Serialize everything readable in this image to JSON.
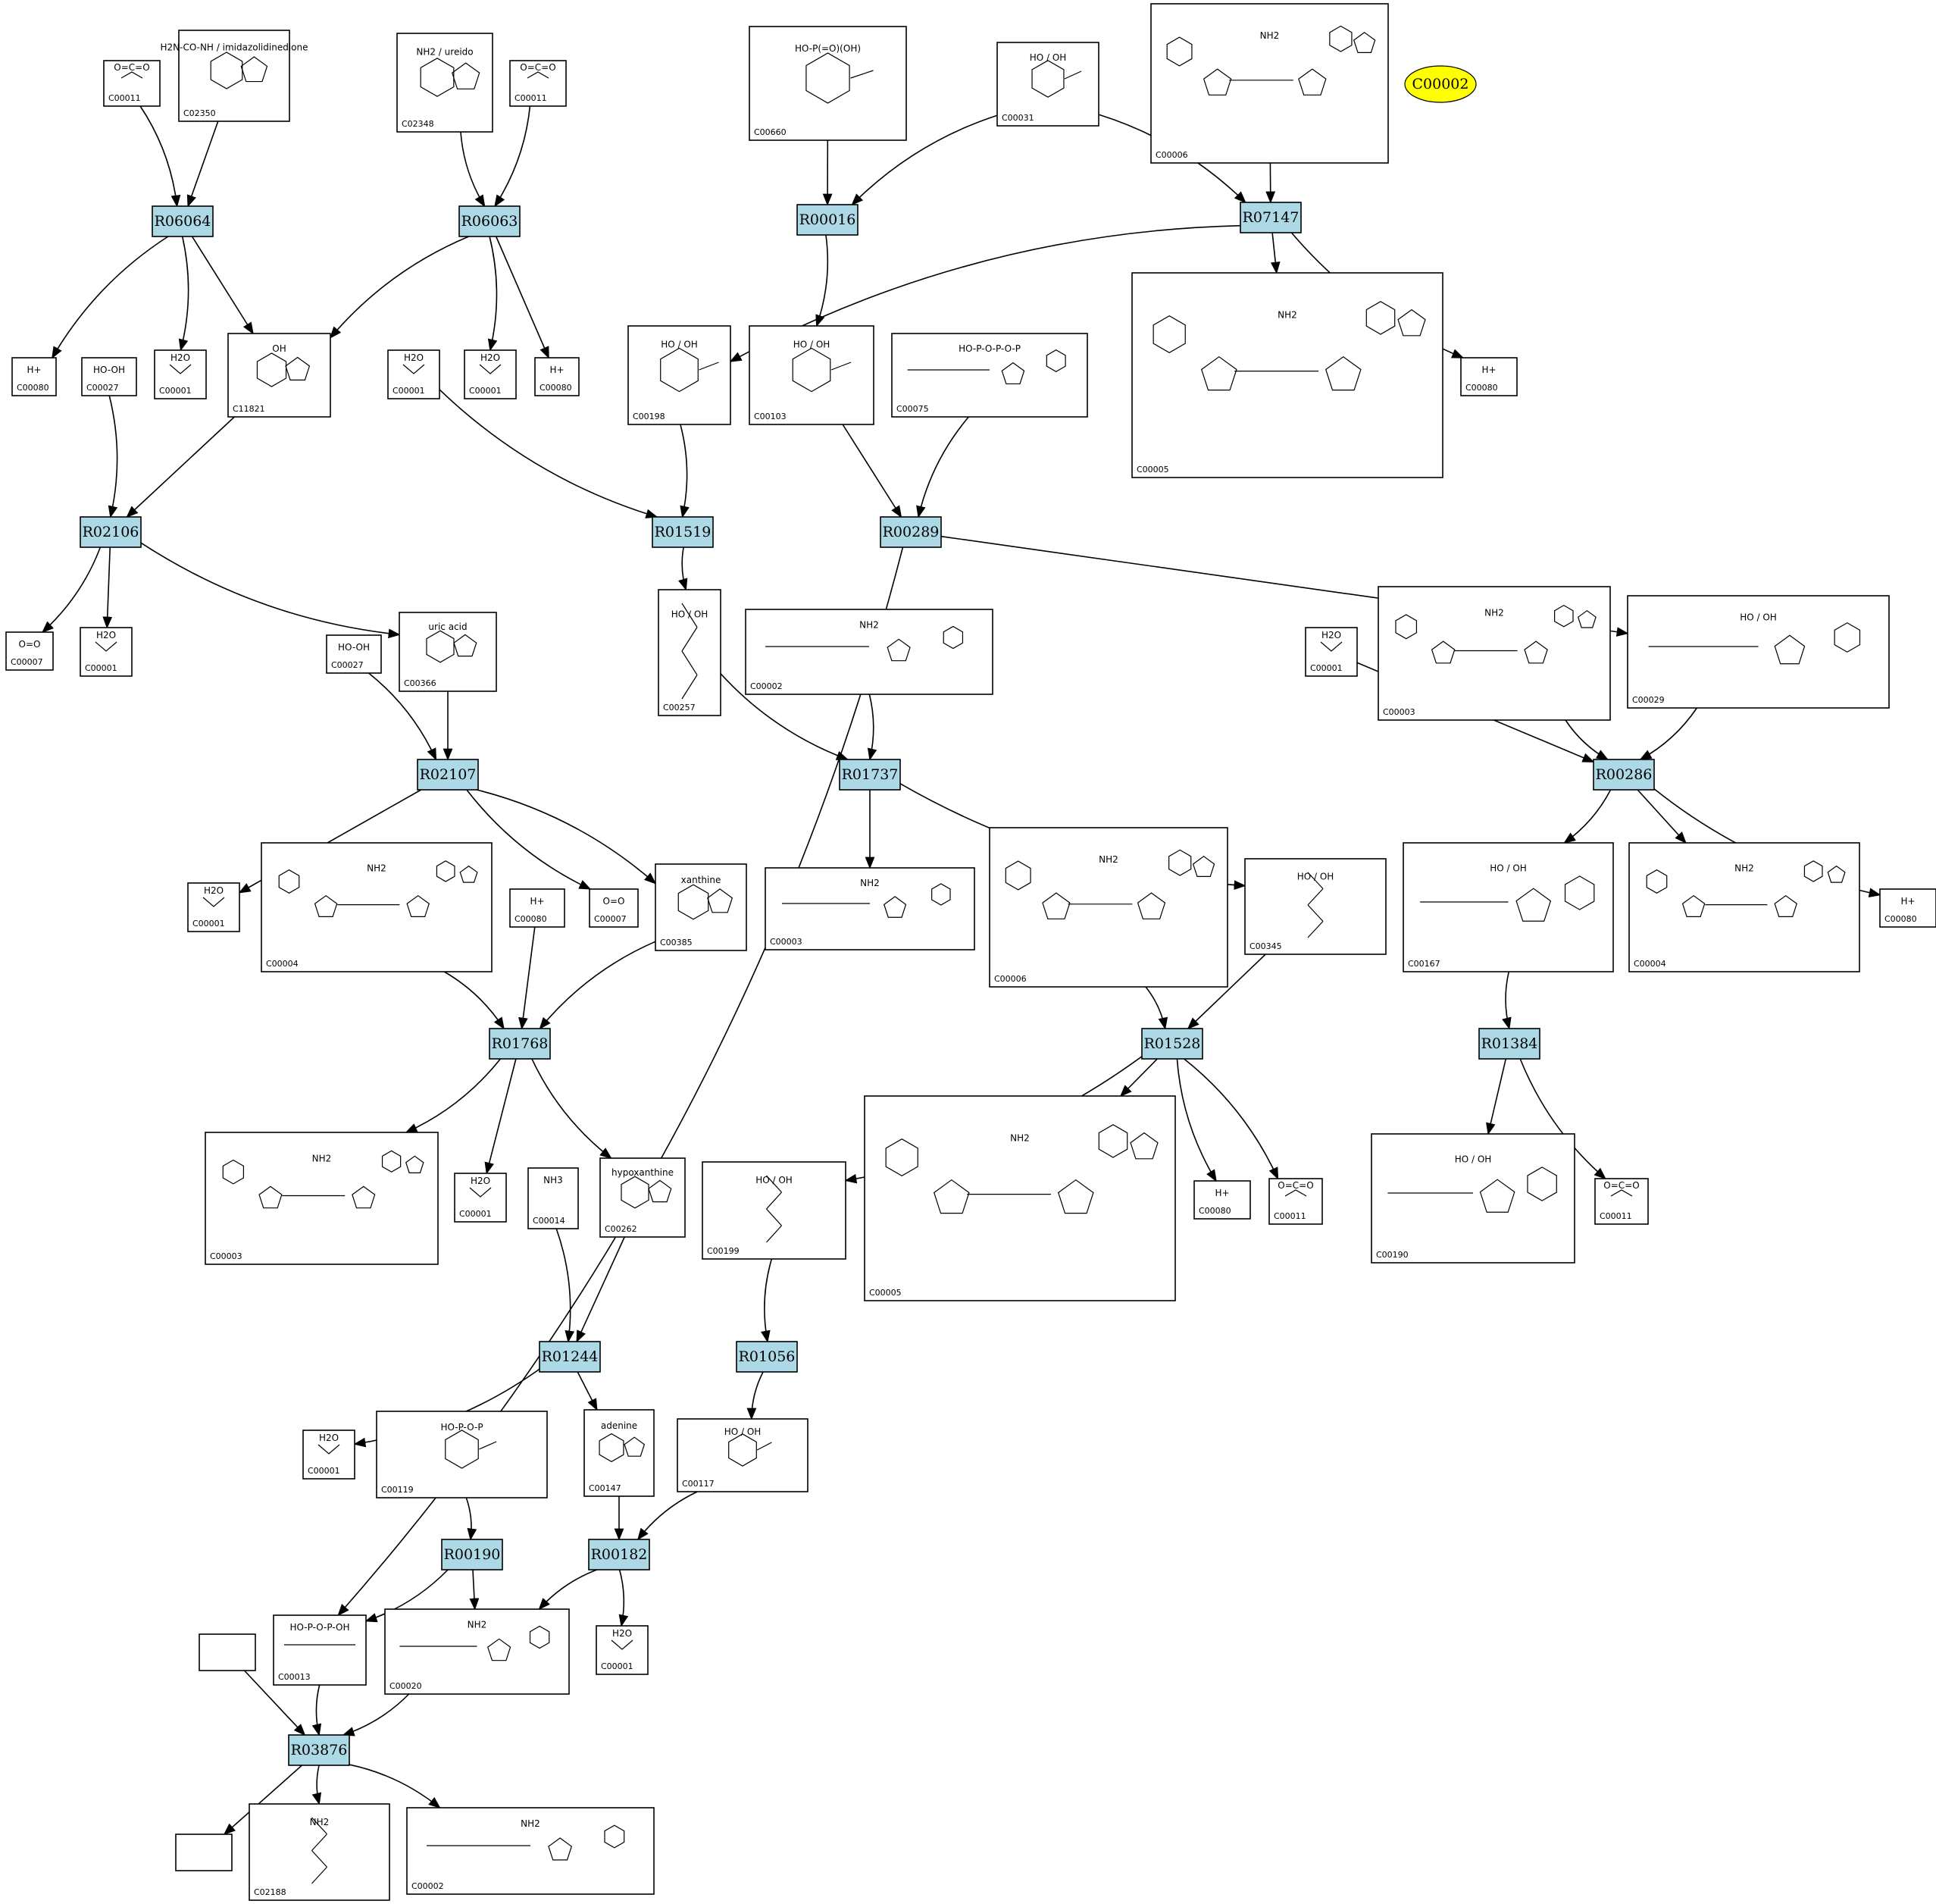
{
  "highlight": {
    "label": "C00002",
    "color": "#ffff00"
  },
  "colors": {
    "reaction_fill": "#add8e6",
    "compound_fill": "#ffffff",
    "edge": "#000000"
  },
  "reactions": [
    {
      "id": "R06064"
    },
    {
      "id": "R06063"
    },
    {
      "id": "R00016"
    },
    {
      "id": "R07147"
    },
    {
      "id": "R02106"
    },
    {
      "id": "R01519"
    },
    {
      "id": "R00289"
    },
    {
      "id": "R02107"
    },
    {
      "id": "R01737"
    },
    {
      "id": "R00286"
    },
    {
      "id": "R01768"
    },
    {
      "id": "R01528"
    },
    {
      "id": "R01384"
    },
    {
      "id": "R01244"
    },
    {
      "id": "R01056"
    },
    {
      "id": "R00190"
    },
    {
      "id": "R00182"
    },
    {
      "id": "R03876"
    }
  ],
  "compounds": [
    {
      "key": "c00011_a",
      "id": "C00011",
      "formula": "O=C=O"
    },
    {
      "key": "c02350",
      "id": "C02350",
      "formula": "H2N-CO-NH / imidazolidinedione"
    },
    {
      "key": "c02348",
      "id": "C02348",
      "formula": "NH2 / ureido"
    },
    {
      "key": "c00011_b",
      "id": "C00011",
      "formula": "O=C=O"
    },
    {
      "key": "c00660",
      "id": "C00660",
      "formula": "HO-P(=O)(OH)"
    },
    {
      "key": "c00031",
      "id": "C00031",
      "formula": "HO / OH"
    },
    {
      "key": "c00006_a",
      "id": "C00006",
      "formula": "NH2"
    },
    {
      "key": "h_a",
      "id": "C00080",
      "formula": "H+"
    },
    {
      "key": "w_a",
      "id": "C00001",
      "formula": "H2O"
    },
    {
      "key": "c11821",
      "id": "C11821",
      "formula": "OH"
    },
    {
      "key": "c00027_a",
      "id": "C00027",
      "formula": "HO-OH"
    },
    {
      "key": "w_b",
      "id": "C00001",
      "formula": "H2O"
    },
    {
      "key": "w_c",
      "id": "C00001",
      "formula": "H2O"
    },
    {
      "key": "h_b",
      "id": "C00080",
      "formula": "H+"
    },
    {
      "key": "c00198",
      "id": "C00198",
      "formula": "HO / OH"
    },
    {
      "key": "c00103",
      "id": "C00103",
      "formula": "HO / OH"
    },
    {
      "key": "c00075",
      "id": "C00075",
      "formula": "HO-P-O-P-O-P"
    },
    {
      "key": "c00005_a",
      "id": "C00005",
      "formula": "NH2"
    },
    {
      "key": "h_c",
      "id": "C00080",
      "formula": "H+"
    },
    {
      "key": "c00007_a",
      "id": "C00007",
      "formula": "O=O"
    },
    {
      "key": "w_d",
      "id": "C00001",
      "formula": "H2O"
    },
    {
      "key": "c00366",
      "id": "C00366",
      "formula": "uric acid"
    },
    {
      "key": "c00027_b",
      "id": "C00027",
      "formula": "HO-OH"
    },
    {
      "key": "c00257",
      "id": "C00257",
      "formula": "HO / OH"
    },
    {
      "key": "c00002_a",
      "id": "C00002",
      "formula": "NH2"
    },
    {
      "key": "c00003_a",
      "id": "C00003",
      "formula": "NH2"
    },
    {
      "key": "c00029",
      "id": "C00029",
      "formula": "HO / OH"
    },
    {
      "key": "w_e",
      "id": "C00001",
      "formula": "H2O"
    },
    {
      "key": "w_f",
      "id": "C00001",
      "formula": "H2O"
    },
    {
      "key": "c00004_a",
      "id": "C00004",
      "formula": "NH2"
    },
    {
      "key": "h_d",
      "id": "C00080",
      "formula": "H+"
    },
    {
      "key": "c00007_b",
      "id": "C00007",
      "formula": "O=O"
    },
    {
      "key": "c00385",
      "id": "C00385",
      "formula": "xanthine"
    },
    {
      "key": "c00008",
      "id": "C00003",
      "formula": "NH2"
    },
    {
      "key": "c00006_b",
      "id": "C00006",
      "formula": "NH2"
    },
    {
      "key": "c00345",
      "id": "C00345",
      "formula": "HO / OH"
    },
    {
      "key": "c00167",
      "id": "C00167",
      "formula": "HO / OH"
    },
    {
      "key": "c00004_b",
      "id": "C00004",
      "formula": "NH2"
    },
    {
      "key": "h_e",
      "id": "C00080",
      "formula": "H+"
    },
    {
      "key": "c00003_b",
      "id": "C00003",
      "formula": "NH2"
    },
    {
      "key": "w_g",
      "id": "C00001",
      "formula": "H2O"
    },
    {
      "key": "c00014",
      "id": "C00014",
      "formula": "NH3"
    },
    {
      "key": "c00262",
      "id": "C00262",
      "formula": "hypoxanthine"
    },
    {
      "key": "c00199",
      "id": "C00199",
      "formula": "HO / OH"
    },
    {
      "key": "c00005_b",
      "id": "C00005",
      "formula": "NH2"
    },
    {
      "key": "h_f",
      "id": "C00080",
      "formula": "H+"
    },
    {
      "key": "c00011_c",
      "id": "C00011",
      "formula": "O=C=O"
    },
    {
      "key": "c00190",
      "id": "C00190",
      "formula": "HO / OH"
    },
    {
      "key": "c00011_d",
      "id": "C00011",
      "formula": "O=C=O"
    },
    {
      "key": "w_h",
      "id": "C00001",
      "formula": "H2O"
    },
    {
      "key": "c00119",
      "id": "C00119",
      "formula": "HO-P-O-P"
    },
    {
      "key": "c00147",
      "id": "C00147",
      "formula": "adenine"
    },
    {
      "key": "c00117",
      "id": "C00117",
      "formula": "HO / OH"
    },
    {
      "key": "c00013",
      "id": "C00013",
      "formula": "HO-P-O-P-OH"
    },
    {
      "key": "c00020",
      "id": "C00020",
      "formula": "NH2"
    },
    {
      "key": "w_i",
      "id": "C00001",
      "formula": "H2O"
    },
    {
      "key": "blank_a",
      "id": "",
      "formula": ""
    },
    {
      "key": "blank_b",
      "id": "",
      "formula": ""
    },
    {
      "key": "c02188",
      "id": "C02188",
      "formula": "NH2"
    },
    {
      "key": "c00002_b",
      "id": "C00002",
      "formula": "NH2"
    }
  ]
}
